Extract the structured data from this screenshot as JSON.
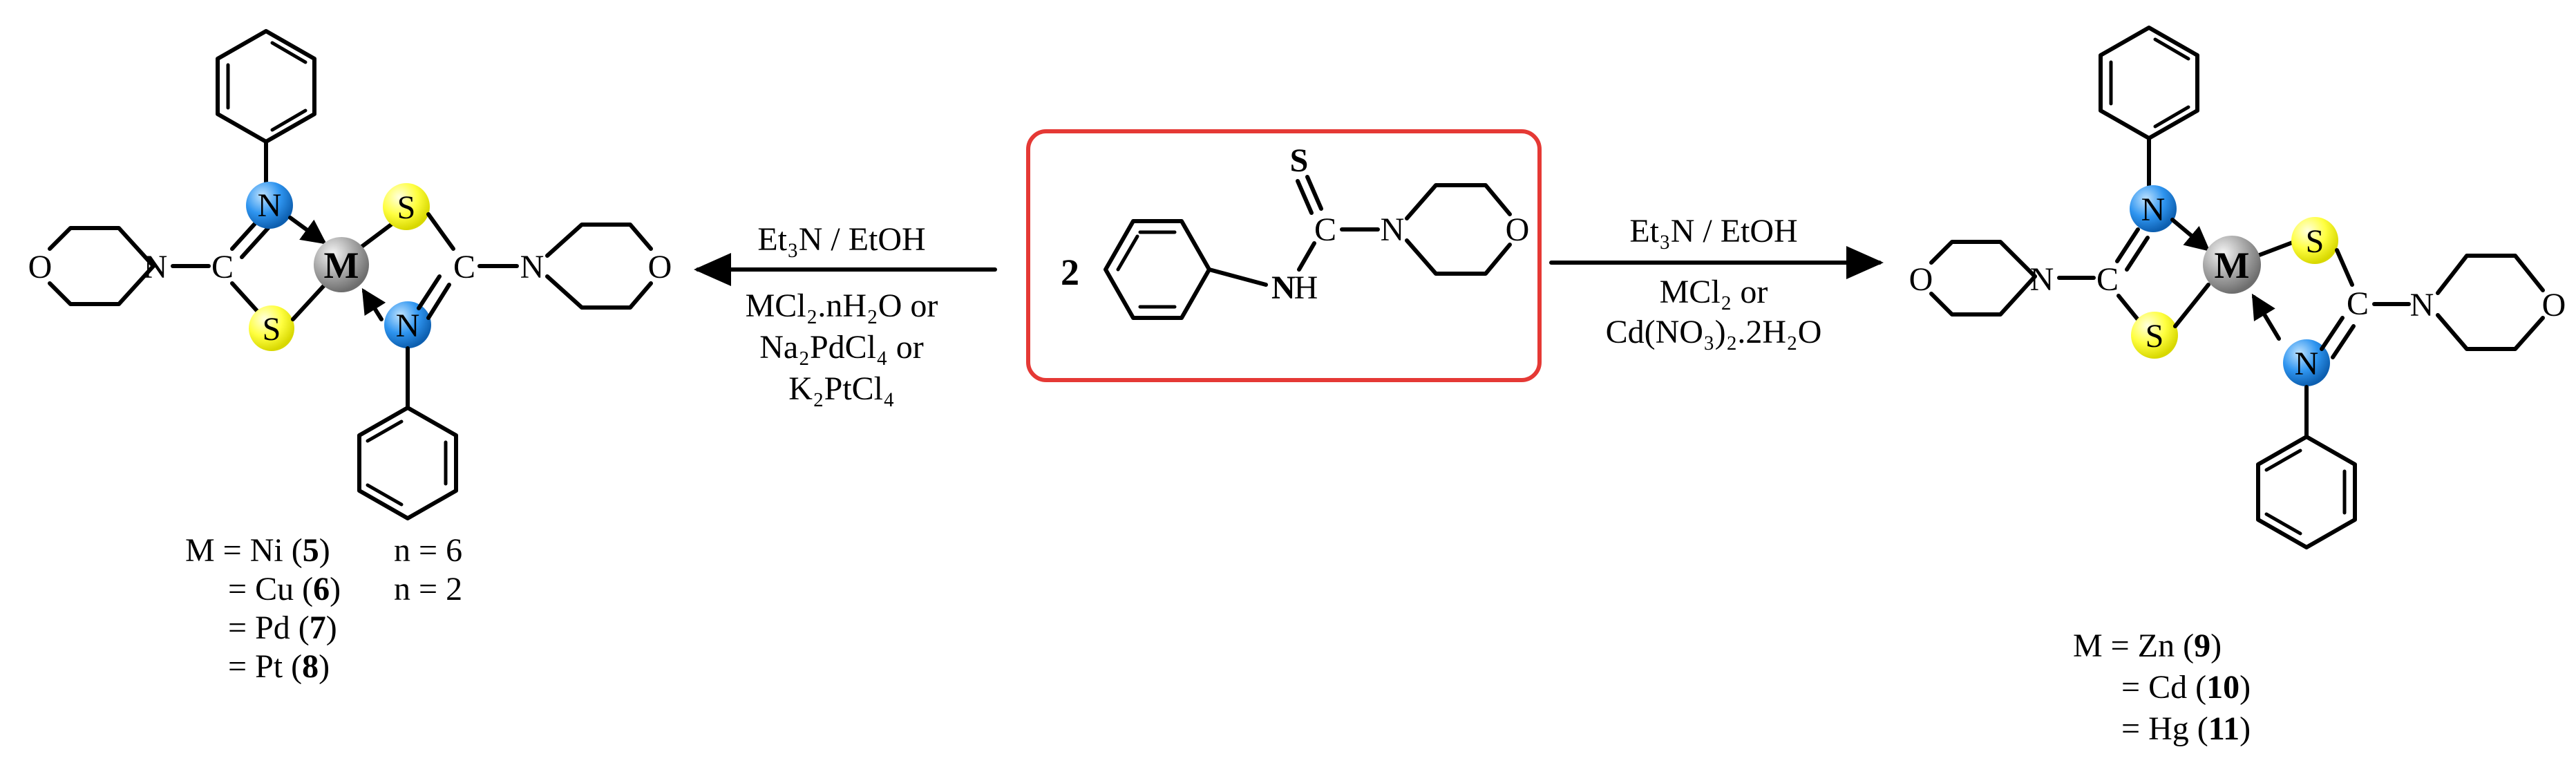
{
  "colors": {
    "nitrogen_sphere": "#1e88e5",
    "sulfur_sphere": "#ffff4d",
    "metal_sphere": "#9e9e9e",
    "reactant_box": "#e53935",
    "bond": "#000000"
  },
  "atoms": {
    "N": "N",
    "S": "S",
    "M": "M",
    "O": "O",
    "C": "C",
    "NH": "NH"
  },
  "reactant": {
    "stoich": "2"
  },
  "left_conditions": {
    "line1": "Et₃N  / EtOH",
    "line2": "MCl₂.nH₂O or",
    "line3": "Na₂PdCl₄ or",
    "line4": "K₂PtCl₄"
  },
  "right_conditions": {
    "line1": "Et₃N  / EtOH",
    "line2": "MCl₂  or",
    "line3": "Cd(NO₃)₂.2H₂O"
  },
  "left_products": [
    {
      "prefix": "M  = Ni (",
      "num": "5",
      "suffix": ")",
      "n": "n = 6"
    },
    {
      "prefix": "= Cu (",
      "num": "6",
      "suffix": ")",
      "n": "n = 2"
    },
    {
      "prefix": "= Pd (",
      "num": "7",
      "suffix": ")",
      "n": ""
    },
    {
      "prefix": "= Pt  (",
      "num": "8",
      "suffix": ")",
      "n": ""
    }
  ],
  "right_products": [
    {
      "prefix": "M = Zn (",
      "num": "9",
      "suffix": ")"
    },
    {
      "prefix": "= Cd (",
      "num": "10",
      "suffix": ")"
    },
    {
      "prefix": "= Hg (",
      "num": "11",
      "suffix": ")"
    }
  ]
}
